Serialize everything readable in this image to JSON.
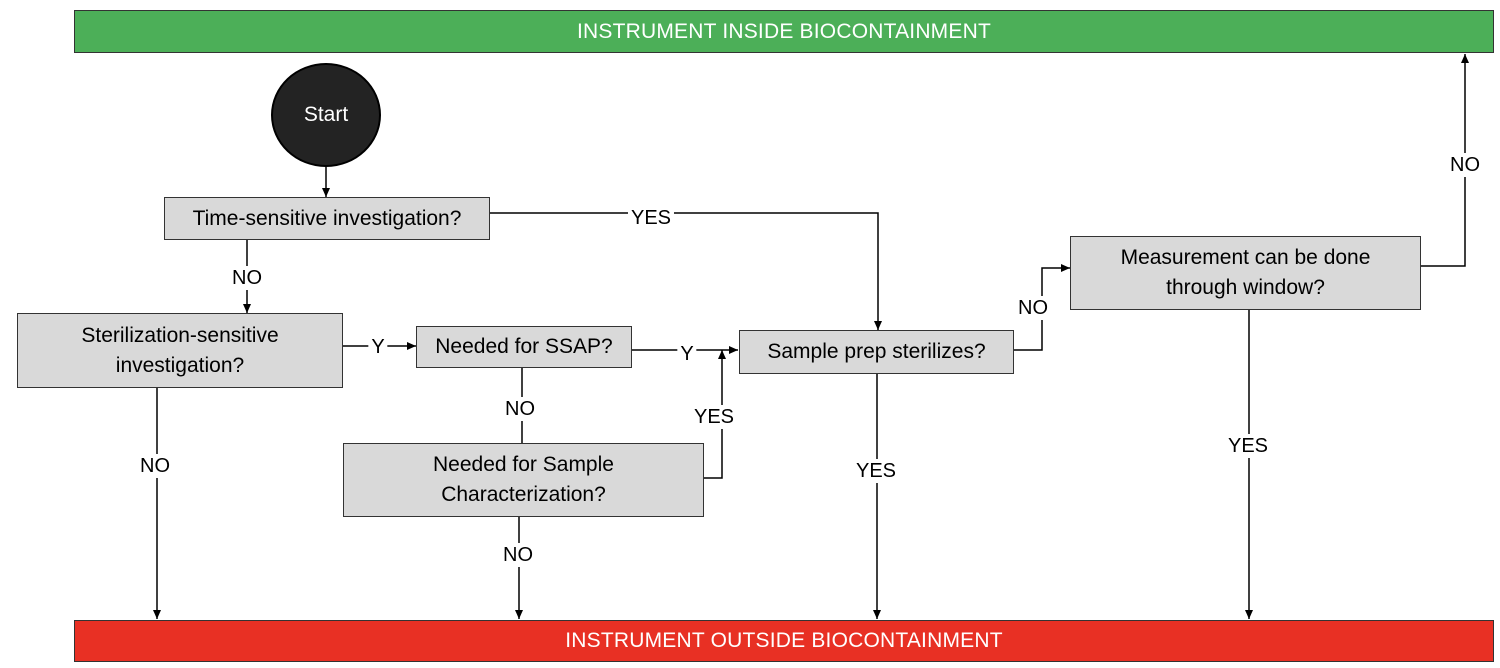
{
  "banners": {
    "top": "INSTRUMENT INSIDE BIOCONTAINMENT",
    "bottom": "INSTRUMENT OUTSIDE BIOCONTAINMENT"
  },
  "nodes": {
    "start": "Start",
    "time_sensitive": "Time-sensitive  investigation?",
    "sterilization_sensitive": "Sterilization-sensitive investigation?",
    "needed_ssap": "Needed for SSAP?",
    "needed_sample_char": "Needed for Sample Characterization?",
    "sample_prep": "Sample prep sterilizes?",
    "measurement_window": "Measurement can be done through window?"
  },
  "edge_labels": {
    "time_no": "NO",
    "time_yes": "YES",
    "steril_y": "Y",
    "steril_no": "NO",
    "ssap_y": "Y",
    "ssap_no": "NO",
    "samplechar_yes": "YES",
    "samplechar_no": "NO",
    "prep_no": "NO",
    "prep_yes": "YES",
    "window_no": "NO",
    "window_yes": "YES"
  }
}
